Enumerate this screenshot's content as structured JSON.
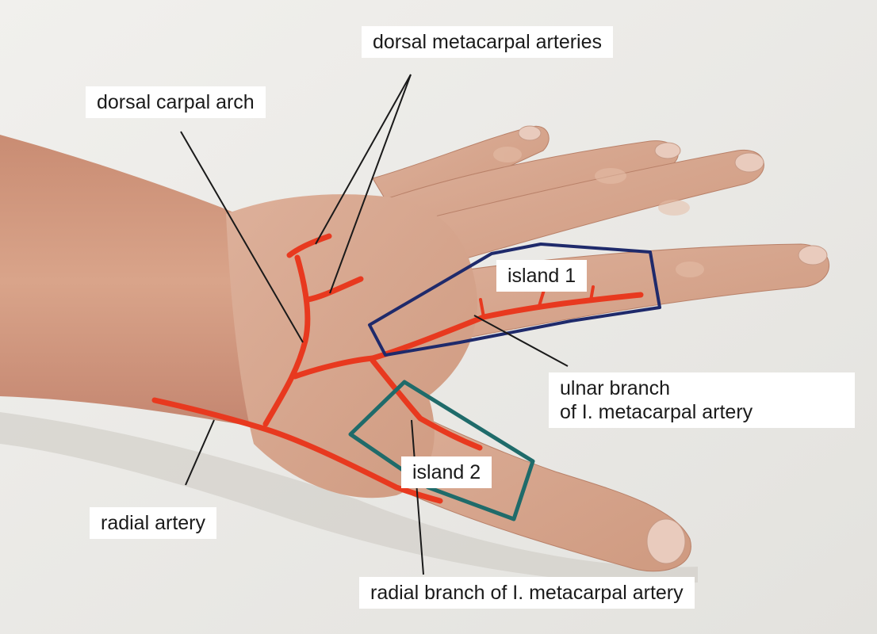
{
  "labels": {
    "dorsal_metacarpal_arteries": "dorsal metacarpal arteries",
    "dorsal_carpal_arch": "dorsal carpal arch",
    "island_1": "island 1",
    "ulnar_branch_line1": "ulnar branch",
    "ulnar_branch_line2": "of I. metacarpal artery",
    "island_2": "island 2",
    "radial_artery": "radial artery",
    "radial_branch": "radial branch of I. metacarpal artery"
  },
  "colors": {
    "background": "#ecebe8",
    "skin": "#d9a48a",
    "artery_marking": "#e8391f",
    "island_1_outline": "#1f2a6b",
    "island_2_outline": "#1f6b6a",
    "leader_line": "#1a1a1a",
    "label_box": "#ffffff"
  }
}
